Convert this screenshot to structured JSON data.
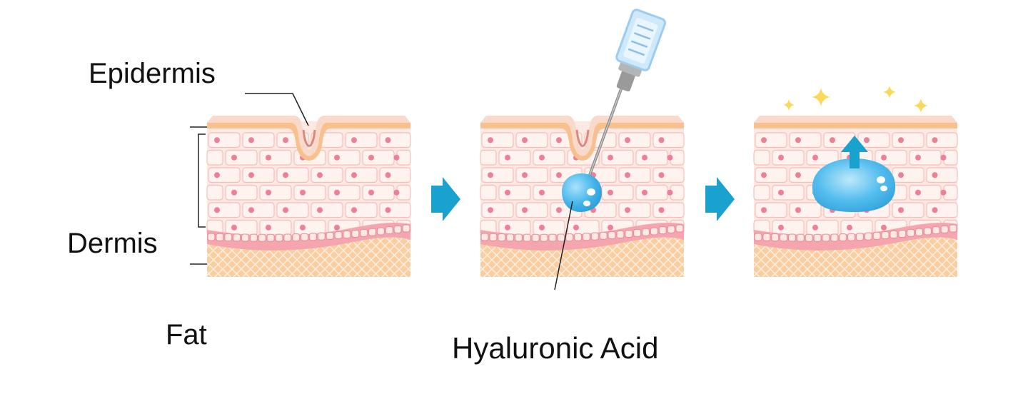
{
  "labels": {
    "epidermis": "Epidermis",
    "dermis": "Dermis",
    "fat": "Fat",
    "hyaluronic_acid": "Hyaluronic Acid"
  },
  "colors": {
    "surface": "#f9d9c9",
    "epidermis_band": "#f8c08d",
    "dermis_bg": "#fde8e2",
    "cell_outline": "#f7bdbb",
    "cell_nucleus": "#ee7f99",
    "basal_band": "#f5a5ad",
    "fat": "#fccd9e",
    "hyaluronic_acid": "#3cb0e6",
    "arrow": "#1aa2cf",
    "sparkle": "#f9d957",
    "needle": "#8a8a8a"
  },
  "icons": [
    "arrow-right-icon",
    "arrow-up-icon",
    "sparkle-icon",
    "syringe-icon"
  ]
}
